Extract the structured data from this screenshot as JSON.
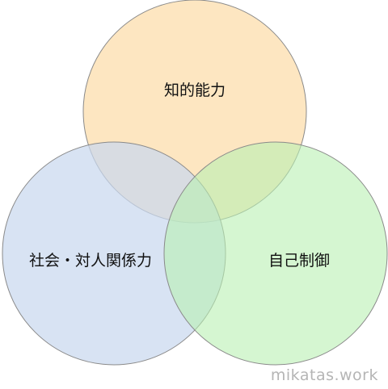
{
  "diagram": {
    "circles": [
      {
        "id": "top",
        "label": "知的能力",
        "color": "#fde0b3"
      },
      {
        "id": "left",
        "label": "社会・対人関係力",
        "color": "#c9d8ee"
      },
      {
        "id": "right",
        "label": "自己制御",
        "color": "#b9f0b3"
      }
    ]
  },
  "watermark": "mikatas.work"
}
